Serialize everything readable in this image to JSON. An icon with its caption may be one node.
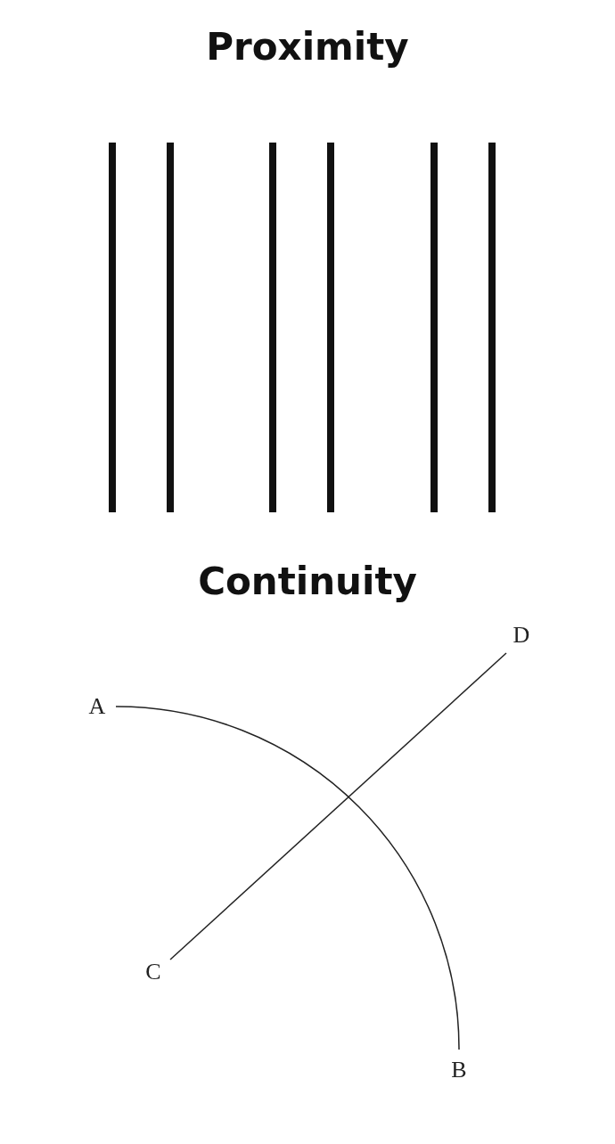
{
  "diagram": {
    "nodes": [
      {
        "text": [
          "D"
        ]
      },
      {
        "text": [
          "A"
        ]
      },
      {
        "text": [
          "C"
        ]
      },
      {
        "text": [
          "B"
        ]
      }
    ],
    "edges": [
      {
        "from": 1,
        "to": 3,
        "arrow": "none"
      },
      {
        "from": 2,
        "to": 0,
        "arrow": "none"
      }
    ],
    "labels": [
      "Proximity",
      "Continuity"
    ]
  }
}
